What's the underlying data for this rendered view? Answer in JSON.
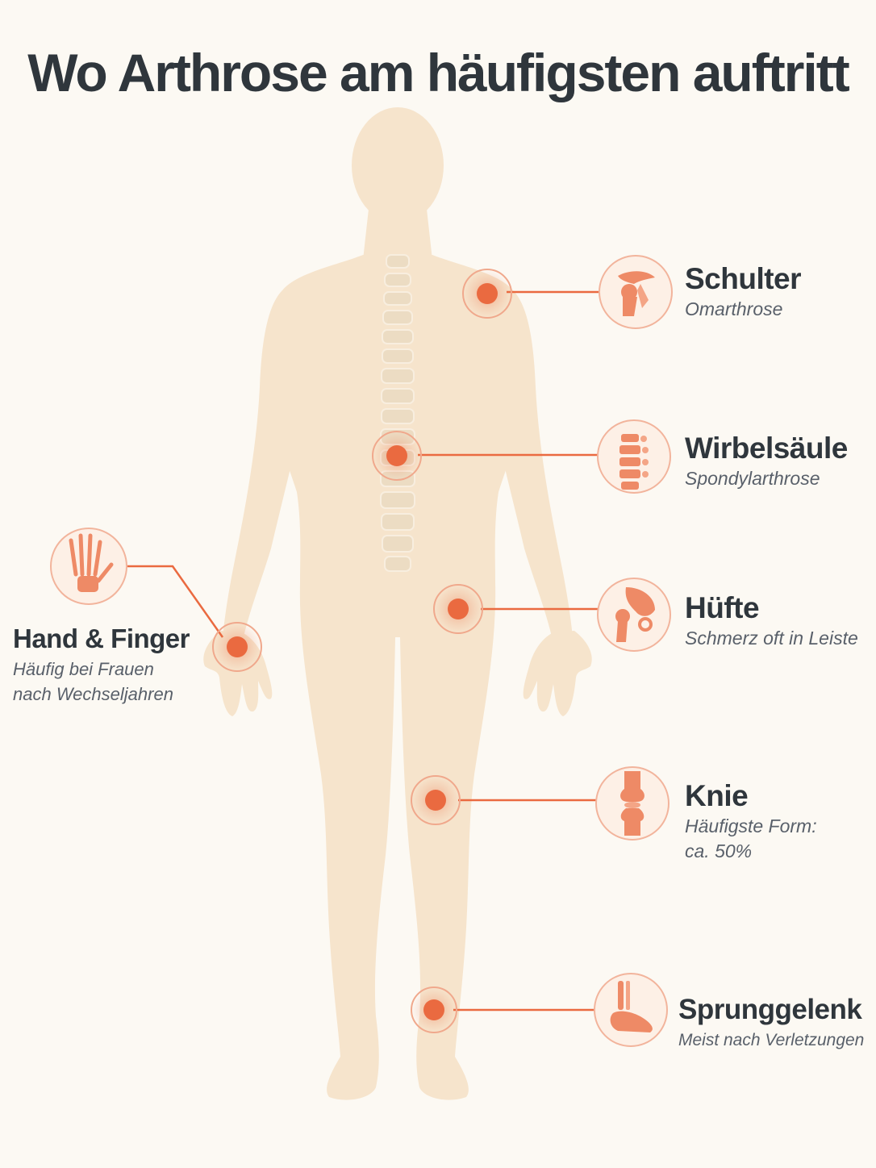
{
  "title": "Wo Arthrose am häufigsten auftritt",
  "colors": {
    "background": "#fcf9f3",
    "body": "#f6e4cc",
    "accent": "#ea6a40",
    "text": "#2f363c",
    "subtext": "#59606a"
  },
  "locations": [
    {
      "id": "shoulder",
      "icon": "shoulder-joint-icon",
      "name": "Schulter",
      "sub": "Omarthrose"
    },
    {
      "id": "spine",
      "icon": "spine-vertebrae-icon",
      "name": "Wirbelsäule",
      "sub": "Spondylarthrose"
    },
    {
      "id": "hip",
      "icon": "hip-joint-icon",
      "name": "Hüfte",
      "sub": "Schmerz oft in Leiste"
    },
    {
      "id": "knee",
      "icon": "knee-joint-icon",
      "name": "Knie",
      "sub": "Häufigste Form:\nca. 50%"
    },
    {
      "id": "ankle",
      "icon": "ankle-foot-icon",
      "name": "Sprunggelenk",
      "sub": "Meist nach Verletzungen"
    },
    {
      "id": "hand",
      "icon": "hand-bones-icon",
      "name": "Hand & Finger",
      "sub": "Häufig bei Frauen\nnach Wechseljahren"
    }
  ]
}
